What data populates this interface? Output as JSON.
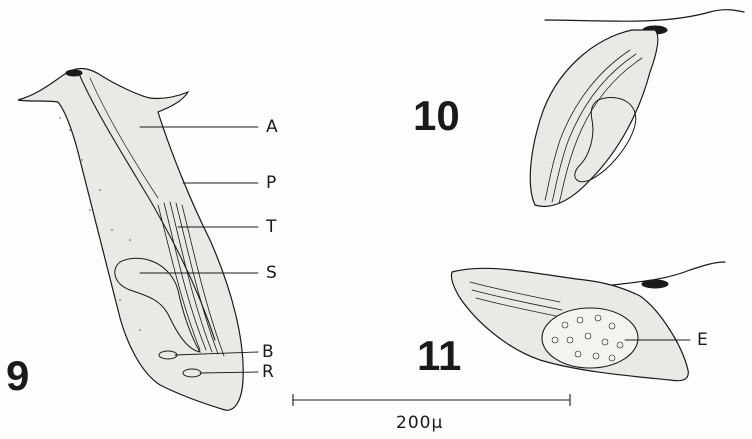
{
  "figures": {
    "fig9": {
      "number": "9",
      "labels": {
        "a": "A",
        "p": "P",
        "t": "T",
        "s": "S",
        "b": "B",
        "r": "R"
      }
    },
    "fig10": {
      "number": "10"
    },
    "fig11": {
      "number": "11",
      "labels": {
        "e": "E"
      }
    }
  },
  "scale_bar": {
    "label": "200µ"
  },
  "colors": {
    "ink": "#1a1a1a",
    "body_fill": "#e9e9e6",
    "paper": "#fdfdfb"
  }
}
